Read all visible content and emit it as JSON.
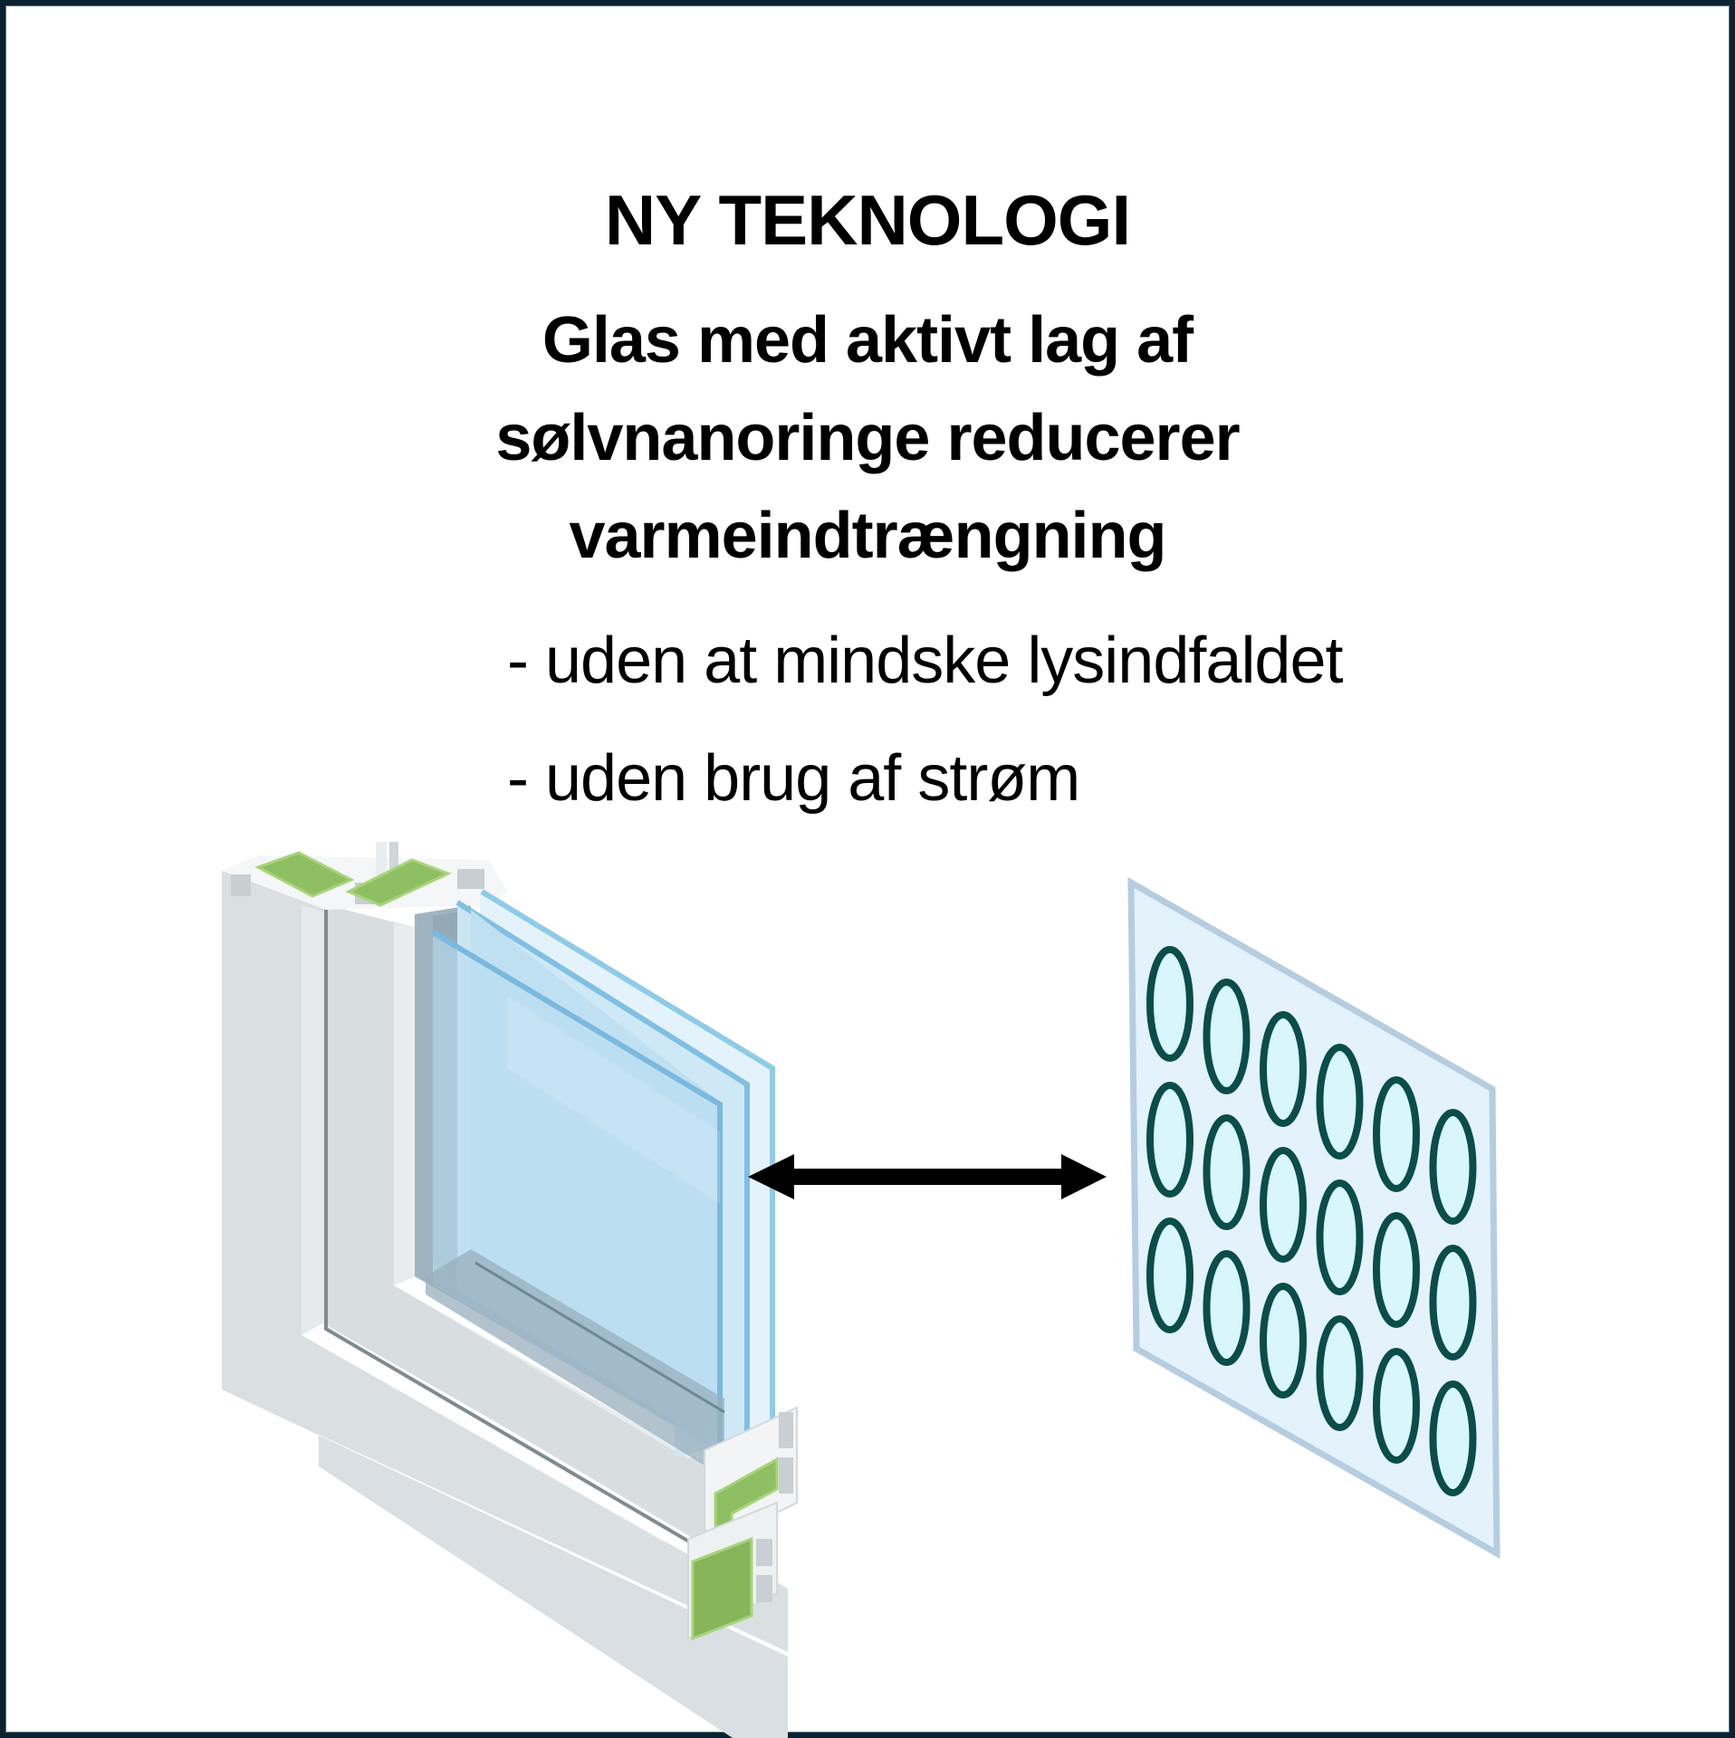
{
  "title": "NY TEKNOLOGI",
  "subtitle": {
    "lines": [
      "Glas med aktivt lag af",
      "sølvnanoringe reducerer",
      "varmeindtrængning"
    ]
  },
  "bullets": [
    "- uden at mindske lysindfaldet",
    "- uden brug af strøm"
  ],
  "illustration": {
    "left": "window-frame-cross-section-triple-glazing",
    "connector": "double-headed-arrow",
    "right": "glass-layer-with-silver-nanorings",
    "nanoring_grid": {
      "columns": 6,
      "rows": 3
    }
  },
  "colors": {
    "border": "#0b2230",
    "text": "#000000",
    "ring_stroke": "#0a4d4a",
    "ring_fill": "#d8f6fc",
    "panel_fill": "#e4f2fb",
    "panel_stroke": "#b5cde0",
    "glass": "#bfe0f1",
    "glass_edge": "#7fc0e4",
    "frame": "#d8dee1",
    "insulation_green": "#8fbf63"
  }
}
